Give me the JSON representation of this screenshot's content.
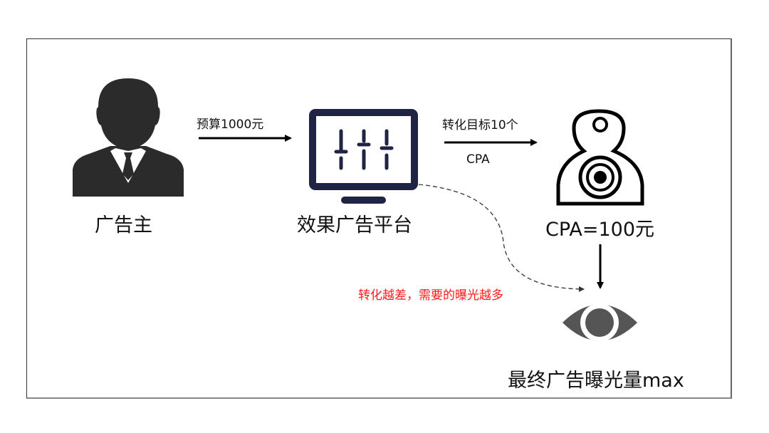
{
  "nodes": {
    "advertiser": {
      "label": "广告主",
      "icon": "businessman-icon"
    },
    "platform": {
      "label": "效果广告平台",
      "icon": "monitor-sliders-icon"
    },
    "target": {
      "label": "CPA=100元",
      "icon": "shooting-target-icon"
    },
    "exposure": {
      "label": "最终广告曝光量max",
      "icon": "eye-icon"
    }
  },
  "edges": {
    "budget": {
      "label": "预算1000元"
    },
    "conversion": {
      "label": "转化目标10个",
      "sublabel": "CPA"
    },
    "note": {
      "label": "转化越差，需要的曝光越多",
      "color": "#ff1a1a"
    }
  },
  "colors": {
    "person": "#2b2b2b",
    "monitor": "#1f2444",
    "target": "#000000",
    "eye": "#555555"
  }
}
